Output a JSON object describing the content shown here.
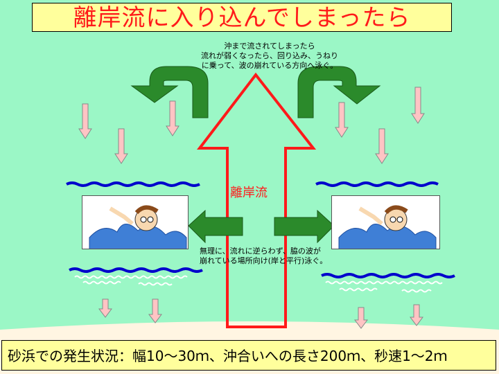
{
  "title": "離岸流に入り込んでしまったら",
  "notes": {
    "top": [
      "沖まで流されてしまったら",
      "流れが弱くなったら、回り込み、うねり",
      "に乗って、波の崩れている方向へ泳ぐ。"
    ],
    "middle": [
      "無理に、流れに逆らわず、脇の波が",
      "崩れている場所向け(岸と平行)泳ぐ。"
    ]
  },
  "rip_label": "離岸流",
  "bottom": "砂浜での発生状況：幅10〜30ｍ、沖合いへの長さ200ｍ、秒速1〜2ｍ",
  "colors": {
    "sea": "#9bf7c6",
    "sand": "#fff5e2",
    "title_bg": "#ffff9c",
    "title_text": "#ff1a1a",
    "rip_arrow": "#ff1a1a",
    "green_arrow": "#2b8a2b",
    "wave_line": "#0000cc",
    "pink_arrow": "#ffc4c4"
  },
  "icons": [
    "curved-left-arrow-icon",
    "curved-right-arrow-icon",
    "swimmer-illustration"
  ]
}
